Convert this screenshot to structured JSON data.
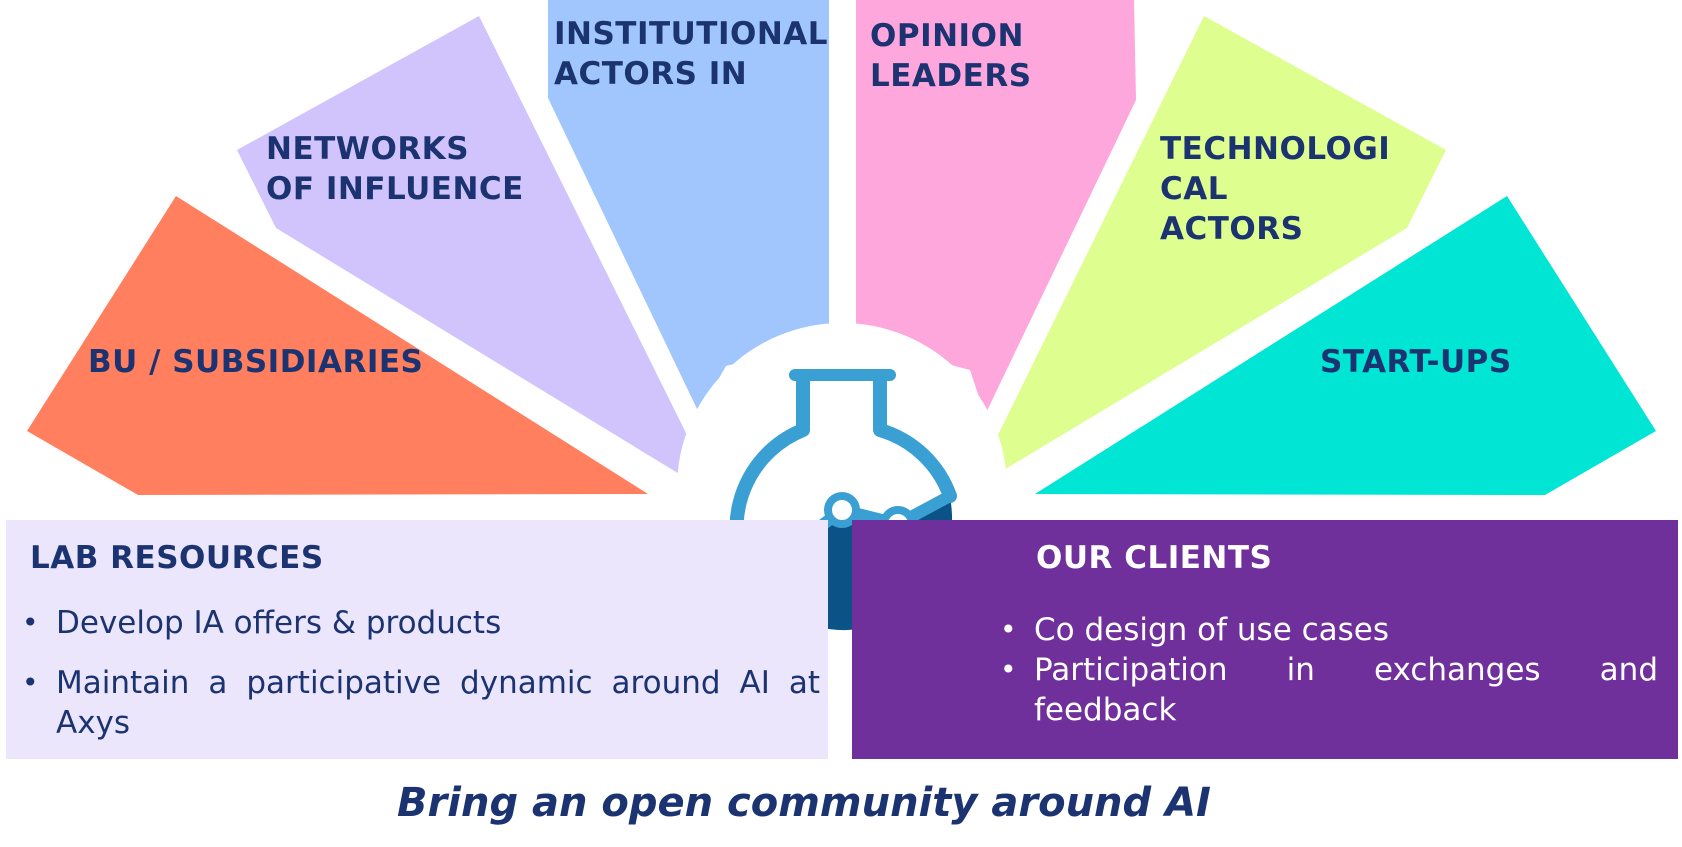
{
  "petals": [
    {
      "id": "bu-subsidiaries",
      "label": "BU / SUBSIDIARIES",
      "color": "#ff7f5e"
    },
    {
      "id": "networks-of-influence",
      "label": "NETWORKS\nOF INFLUENCE",
      "color": "#d1c4fd"
    },
    {
      "id": "institutional-actors",
      "label": "INSTITUTIONAL\nACTORS IN",
      "color": "#a0c6fd"
    },
    {
      "id": "opinion-leaders",
      "label": "OPINION\nLEADERS",
      "color": "#fea7dc"
    },
    {
      "id": "technological-actors",
      "label": "TECHNOLOGI\nCAL\nACTORS",
      "color": "#defe90"
    },
    {
      "id": "start-ups",
      "label": "START-UPS",
      "color": "#01e5d5"
    }
  ],
  "lab_resources": {
    "title": "LAB RESOURCES",
    "background": "#ece6fc",
    "items": [
      "Develop IA offers & products",
      "Maintain a participative dynamic around AI at Axys"
    ]
  },
  "our_clients": {
    "title": "OUR CLIENTS",
    "background": "#70309b",
    "items": [
      "Co design of use cases",
      "Participation in exchanges and feedback"
    ]
  },
  "center_icon": "flask-chart-icon",
  "bullet_glyph": "•",
  "tagline": "Bring an open community around AI",
  "colors": {
    "text_primary": "#1b3370",
    "flask_light": "#3a9fd3",
    "flask_dark": "#0b5286"
  }
}
